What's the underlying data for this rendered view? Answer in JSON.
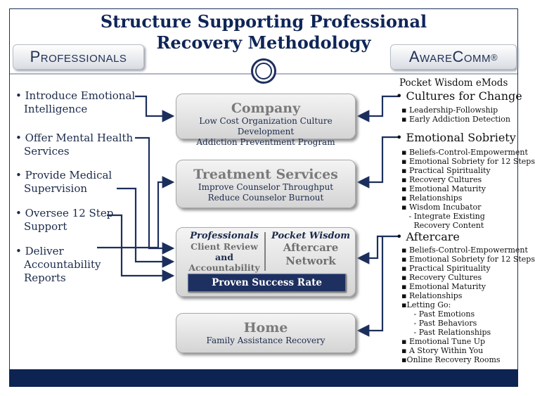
{
  "title": [
    "Structure Supporting Professional",
    "Recovery Methodology"
  ],
  "left_pill": "Professionals",
  "right_pill": "AwareComm",
  "right_pill_reg": "®",
  "boxes": {
    "company": {
      "title": "Company",
      "lines": [
        "Low Cost Organization Culture Development",
        "Addiction Preventment Program"
      ]
    },
    "treatment": {
      "title": "Treatment Services",
      "lines": [
        "Improve Counselor Throughput",
        "Reduce Counselor Burnout"
      ]
    },
    "aftercare": {
      "left_heading": "Professionals",
      "left_lines": [
        "Client Review",
        "and",
        "Accountability"
      ],
      "right_heading": "Pocket Wisdom",
      "right_lines": [
        "Aftercare",
        "Network"
      ],
      "banner": "Proven Success Rate"
    },
    "home": {
      "title": "Home",
      "lines": [
        "Family Assistance Recovery"
      ]
    }
  },
  "left_items": [
    {
      "lines": [
        "• Introduce Emotional",
        "Intelligence"
      ]
    },
    {
      "lines": [
        "• Offer Mental Health",
        "Services"
      ]
    },
    {
      "lines": [
        "• Provide Medical",
        "Supervision"
      ]
    },
    {
      "lines": [
        "• Oversee 12 Step",
        "Support"
      ]
    },
    {
      "lines": [
        "• Deliver",
        "Accountability",
        "Reports"
      ]
    }
  ],
  "right_header": "Pocket Wisdom eMods",
  "sections": [
    {
      "heading": "• Cultures for Change",
      "items": [
        "▪ Leadership-Followship",
        "▪ Early Addiction Detection"
      ]
    },
    {
      "heading": "• Emotional Sobriety",
      "items": [
        "▪ Beliefs-Control-Empowerment",
        "▪ Emotional Sobriety for 12 Steps",
        "▪ Practical Spirituality",
        "▪ Recovery Cultures",
        "▪ Emotional Maturity",
        "▪ Relationships",
        "▪ Wisdom Incubator",
        "   - Integrate Existing",
        "     Recovery Content"
      ]
    },
    {
      "heading": "• Aftercare",
      "items": [
        "▪ Beliefs-Control-Empowerment",
        "▪ Emotional Sobriety for 12 Steps",
        "▪ Practical Spirituality",
        "▪ Recovery Cultures",
        "▪ Emotional Maturity",
        "▪ Relationships",
        "▪Letting Go:",
        "     - Past Emotions",
        "     - Past Behaviors",
        "     - Past Relationships",
        "▪ Emotional Tune Up",
        "▪ A Story Within You",
        "▪Online Recovery Rooms"
      ]
    }
  ]
}
